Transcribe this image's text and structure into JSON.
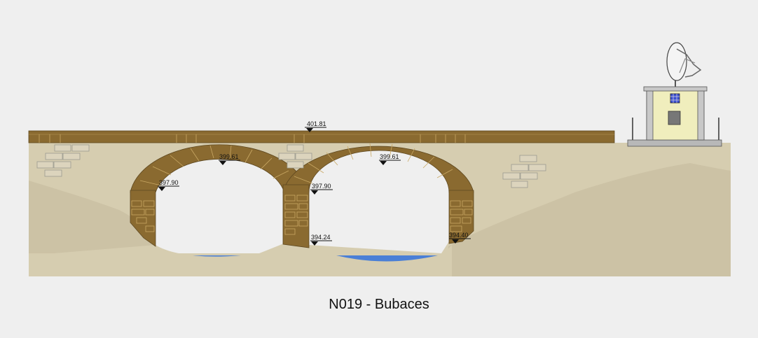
{
  "station": {
    "title": "N019 - Bubaces"
  },
  "elevations": {
    "deck": "401.81",
    "arch_crown_left": "399.61",
    "arch_crown_right": "399.61",
    "springing_left": "397.90",
    "springing_pier": "397.90",
    "water_left": "394.24",
    "water_right": "394.40"
  },
  "colors": {
    "background": "#efefef",
    "ground": "#d6cdb0",
    "hill": "#ccc2a5",
    "masonry": "#8a6a30",
    "water": "#4a7fd6",
    "hut_wall": "#f0eebd"
  },
  "icons": {
    "antenna": "satellite-dish-icon",
    "marker": "level-triangle-icon"
  }
}
